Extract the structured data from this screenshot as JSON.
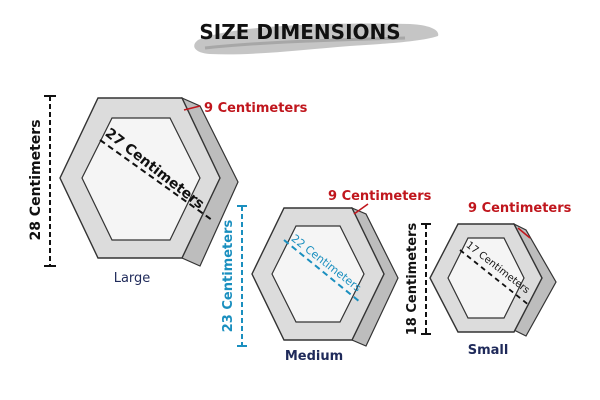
{
  "title": "SIZE DIMENSIONS",
  "colors": {
    "red": "#c0161d",
    "blue": "#1a8fbf",
    "navy": "#1f2a5a",
    "black": "#111111",
    "face": "#d9d9d9",
    "inner": "#f4f4f4",
    "edge": "#333333"
  },
  "shelves": [
    {
      "name": "Large",
      "height": "28 Centimeters",
      "diagonal": "27 Centimeters",
      "depth": "9 Centimeters"
    },
    {
      "name": "Medium",
      "height": "23 Centimeters",
      "diagonal": "22 Centimeters",
      "depth": "9 Centimeters"
    },
    {
      "name": "Small",
      "height": "18 Centimeters",
      "diagonal": "17 Centimeters",
      "depth": "9 Centimeters"
    }
  ]
}
